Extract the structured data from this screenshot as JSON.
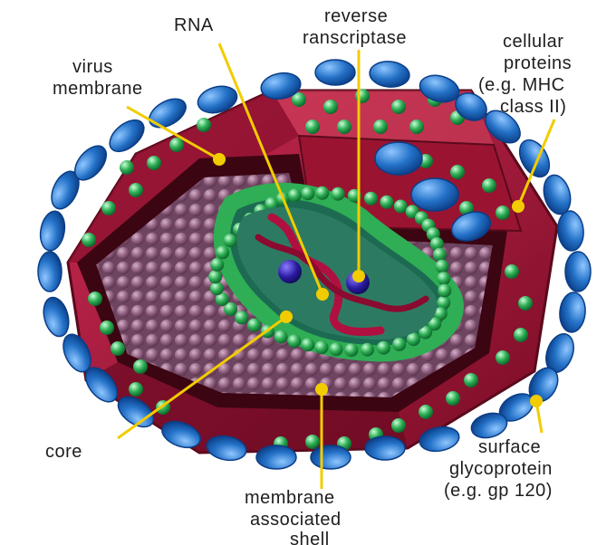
{
  "colors": {
    "pointer": "#f2cc00",
    "membrane": "#a8163a",
    "knob": "#1f6fc4",
    "bead": "#2fae55",
    "core_sphere": "#8a5a7a",
    "capsid": "#2d7a62",
    "rna": "#b01040"
  },
  "labels": {
    "rna": "RNA",
    "reverse_transcriptase": [
      "reverse",
      "ranscriptase"
    ],
    "cellular_proteins": [
      "cellular",
      "proteins",
      "(e.g. MHC",
      "class II)"
    ],
    "virus_membrane": [
      "virus",
      "membrane"
    ],
    "core": "core",
    "surface_glycoprotein": [
      "surface",
      "glycoprotein",
      "(e.g. gp 120)"
    ],
    "membrane_associated_shell": [
      "membrane",
      "associated",
      "shell"
    ]
  }
}
